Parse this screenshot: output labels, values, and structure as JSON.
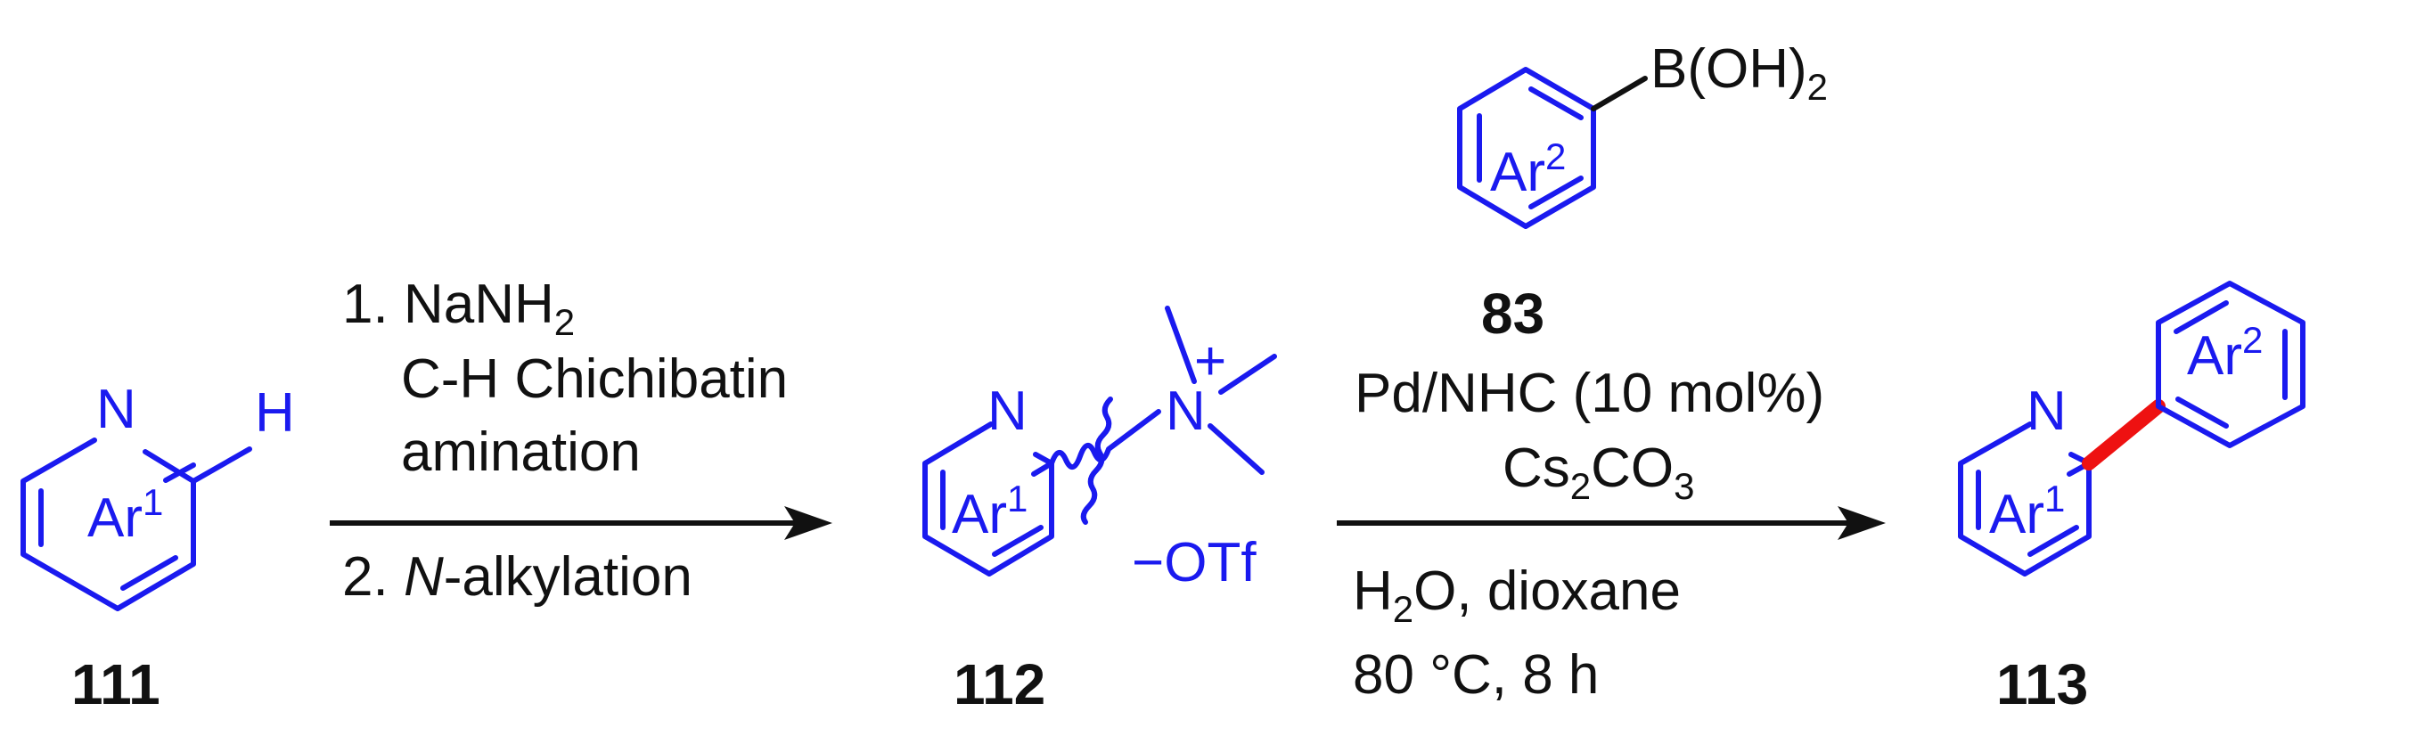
{
  "compounds": {
    "c111": {
      "id": "111",
      "ring_label": "Ar",
      "ring_sup": "1",
      "n": "N",
      "h": "H"
    },
    "c112": {
      "id": "112",
      "ring_label": "Ar",
      "ring_sup": "1",
      "n": "N",
      "nplus": "N",
      "plus": "+",
      "counterion_sign": "−",
      "counterion": "OTf"
    },
    "c83": {
      "id": "83",
      "ring_label": "Ar",
      "ring_sup": "2",
      "group_b": "B(OH)",
      "group_sub": "2"
    },
    "c113": {
      "id": "113",
      "ring1_label": "Ar",
      "ring1_sup": "1",
      "ring2_label": "Ar",
      "ring2_sup": "2",
      "n": "N"
    }
  },
  "step1": {
    "line1_a": "1. NaNH",
    "line1_sub": "2",
    "line2": "C-H Chichibatin",
    "line3": "amination",
    "line4_a": "2. ",
    "line4_b": "N",
    "line4_c": "-alkylation"
  },
  "step2": {
    "line1": "Pd/NHC (10 mol%)",
    "line2_a": "Cs",
    "line2_s1": "2",
    "line2_b": "CO",
    "line2_s2": "3",
    "line3_a": "H",
    "line3_s": "2",
    "line3_b": "O, dioxane",
    "line4": "80 °C, 8 h"
  },
  "colors": {
    "structure": "#1a1aef",
    "new_bond": "#ee1111",
    "text": "#111111"
  }
}
